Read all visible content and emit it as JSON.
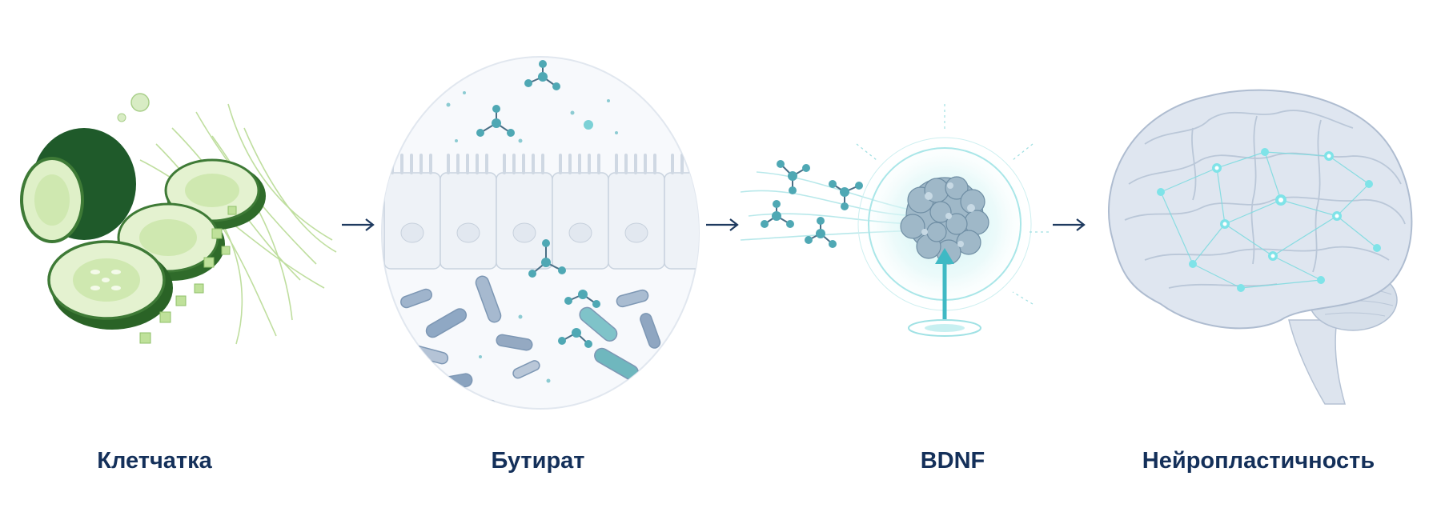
{
  "diagram": {
    "steps": [
      {
        "label": "Клетчатка",
        "icon": "cucumber-fiber-icon"
      },
      {
        "label": "Бутират",
        "icon": "gut-microbiome-icon"
      },
      {
        "label": "BDNF",
        "icon": "bdnf-protein-icon"
      },
      {
        "label": "Нейропластичность",
        "icon": "brain-network-icon"
      }
    ],
    "colors": {
      "label": "#14305a",
      "arrow": "#1e3a5f",
      "teal": "#3fb9c4",
      "cucumber_dark": "#1f5a2a",
      "cucumber_light": "#cfe8b0",
      "brain": "#c7d3e3"
    }
  }
}
